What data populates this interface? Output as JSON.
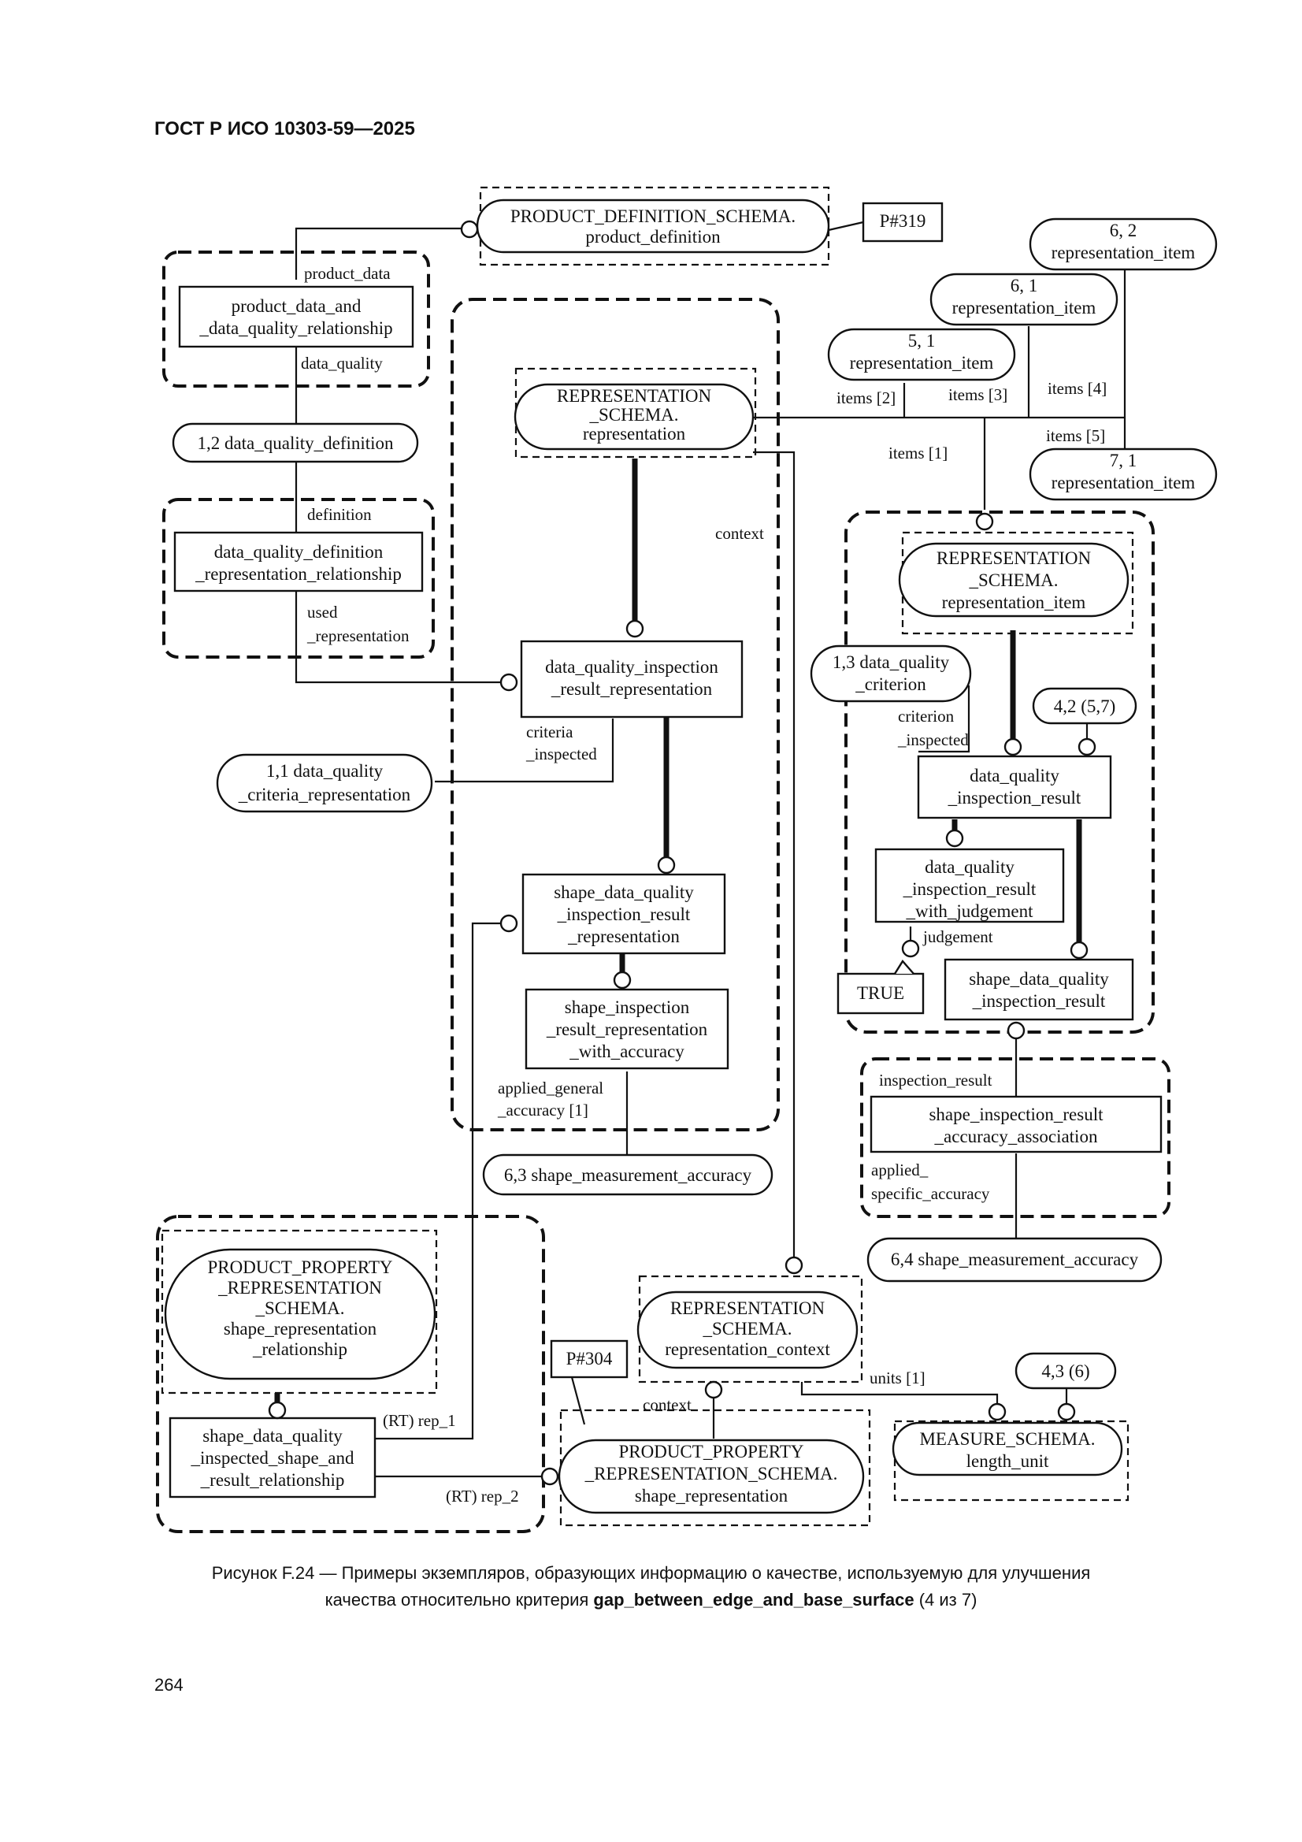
{
  "header": {
    "doc_id": "ГОСТ Р ИСО 10303-59—2025"
  },
  "diagram": {
    "entities": {
      "product_definition": [
        "PRODUCT_DEFINITION_SCHEMA.",
        "product_definition"
      ],
      "p319": [
        "P#319"
      ],
      "product_data_and_dq_rel": [
        "product_data_and",
        "_data_quality_relationship"
      ],
      "dq_definition": [
        "1,2 data_quality_definition"
      ],
      "dq_definition_rep_rel": [
        "data_quality_definition",
        "_representation_relationship"
      ],
      "representation": [
        "REPRESENTATION",
        "_SCHEMA.",
        "representation"
      ],
      "dq_inspection_result_rep": [
        "data_quality_inspection",
        "_result_representation"
      ],
      "dq_criteria_rep": [
        "1,1 data_quality",
        "_criteria_representation"
      ],
      "shape_dq_inspection_result_rep": [
        "shape_data_quality",
        "_inspection_result",
        "_representation"
      ],
      "shape_inspection_rep_with_accuracy": [
        "shape_inspection",
        "_result_representation",
        "_with_accuracy"
      ],
      "shape_measurement_accuracy_63": [
        "6,3 shape_measurement_accuracy"
      ],
      "rep_item_62": [
        "6, 2",
        "representation_item"
      ],
      "rep_item_61": [
        "6, 1",
        "representation_item"
      ],
      "rep_item_51": [
        "5, 1",
        "representation_item"
      ],
      "rep_item_71": [
        "7, 1",
        "representation_item"
      ],
      "representation_item": [
        "REPRESENTATION",
        "_SCHEMA.",
        "representation_item"
      ],
      "dq_criterion": [
        "1,3 data_quality",
        "_criterion"
      ],
      "ref_42": [
        "4,2 (5,7)"
      ],
      "dq_inspection_result": [
        "data_quality",
        "_inspection_result"
      ],
      "dq_inspection_result_with_judgement": [
        "data_quality",
        "_inspection_result",
        "_with_judgement"
      ],
      "true_value": [
        "TRUE"
      ],
      "shape_dq_inspection_result": [
        "shape_data_quality",
        "_inspection_result"
      ],
      "shape_inspection_result_accuracy_assoc": [
        "shape_inspection_result",
        "_accuracy_association"
      ],
      "shape_measurement_accuracy_64": [
        "6,4 shape_measurement_accuracy"
      ],
      "product_property_rep_rel": [
        "PRODUCT_PROPERTY",
        "_REPRESENTATION",
        "_SCHEMA.",
        "shape_representation",
        "_relationship"
      ],
      "shape_dq_inspected_shape_rel": [
        "shape_data_quality",
        "_inspected_shape_and",
        "_result_relationship"
      ],
      "p304": [
        "P#304"
      ],
      "representation_context": [
        "REPRESENTATION",
        "_SCHEMA.",
        "representation_context"
      ],
      "ref_43": [
        "4,3 (6)"
      ],
      "shape_representation": [
        "PRODUCT_PROPERTY",
        "_REPRESENTATION_SCHEMA.",
        "shape_representation"
      ],
      "length_unit": [
        "MEASURE_SCHEMA.",
        "length_unit"
      ]
    },
    "labels": {
      "product_data": [
        "product_data"
      ],
      "data_quality": [
        "data_quality"
      ],
      "definition": [
        "definition"
      ],
      "used_representation": [
        "used",
        "_representation"
      ],
      "context_1": [
        "context"
      ],
      "criteria_inspected": [
        "criteria",
        "_inspected"
      ],
      "applied_general_accuracy": [
        "applied_general",
        "_accuracy [1]"
      ],
      "items_1": [
        "items [1]"
      ],
      "items_2": [
        "items [2]"
      ],
      "items_3": [
        "items [3]"
      ],
      "items_4": [
        "items [4]"
      ],
      "items_5": [
        "items [5]"
      ],
      "criterion_inspected": [
        "criterion",
        "_inspected"
      ],
      "judgement": [
        "judgement"
      ],
      "inspection_result": [
        "inspection_result"
      ],
      "applied_specific_accuracy": [
        "applied_",
        "specific_accuracy"
      ],
      "rt_rep_1": [
        "(RT) rep_1"
      ],
      "rt_rep_2": [
        "(RT) rep_2"
      ],
      "context_2": [
        "context"
      ],
      "units_1": [
        "units [1]"
      ]
    }
  },
  "caption": {
    "line1": "Рисунок F.24 — Примеры экземпляров, образующих информацию о качестве, используемую для улучшения",
    "line2_prefix": "качества относительно критерия ",
    "line2_bold": "gap_between_edge_and_base_surface",
    "line2_suffix": " (4 из 7)"
  },
  "page_number": "264"
}
